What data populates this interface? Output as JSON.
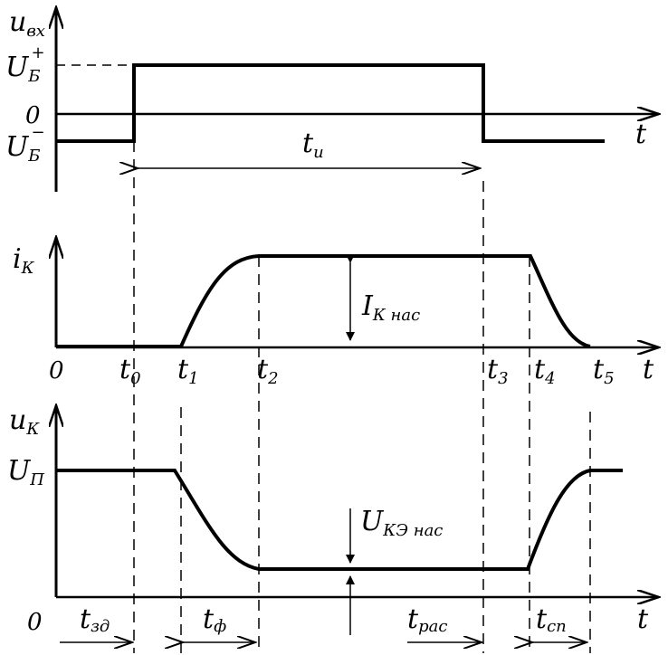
{
  "diagram": {
    "top": {
      "y_axis": "u",
      "y_axis_sub": "вх",
      "level_high": "U",
      "level_high_sub": "Б",
      "level_high_sup": "+",
      "level_zero": "0",
      "level_low": "U",
      "level_low_sub": "Б",
      "level_low_sup": "−",
      "x_axis": "t",
      "pulse_width": "t",
      "pulse_width_sub": "и"
    },
    "middle": {
      "y_axis": "i",
      "y_axis_sub": "К",
      "saturation": "I",
      "saturation_sub": "К нас",
      "origin": "0",
      "x_axis": "t",
      "time_marks": [
        {
          "main": "t",
          "sub": "0"
        },
        {
          "main": "t",
          "sub": "1"
        },
        {
          "main": "t",
          "sub": "2"
        },
        {
          "main": "t",
          "sub": "3"
        },
        {
          "main": "t",
          "sub": "4"
        },
        {
          "main": "t",
          "sub": "5"
        }
      ]
    },
    "bottom": {
      "y_axis": "u",
      "y_axis_sub": "К",
      "supply": "U",
      "supply_sub": "П",
      "saturation": "U",
      "saturation_sub": "КЭ нас",
      "origin": "0",
      "x_axis": "t",
      "intervals": [
        {
          "main": "t",
          "sub": "зд"
        },
        {
          "main": "t",
          "sub": "ф"
        },
        {
          "main": "t",
          "sub": "рас"
        },
        {
          "main": "t",
          "sub": "сп"
        }
      ]
    }
  }
}
